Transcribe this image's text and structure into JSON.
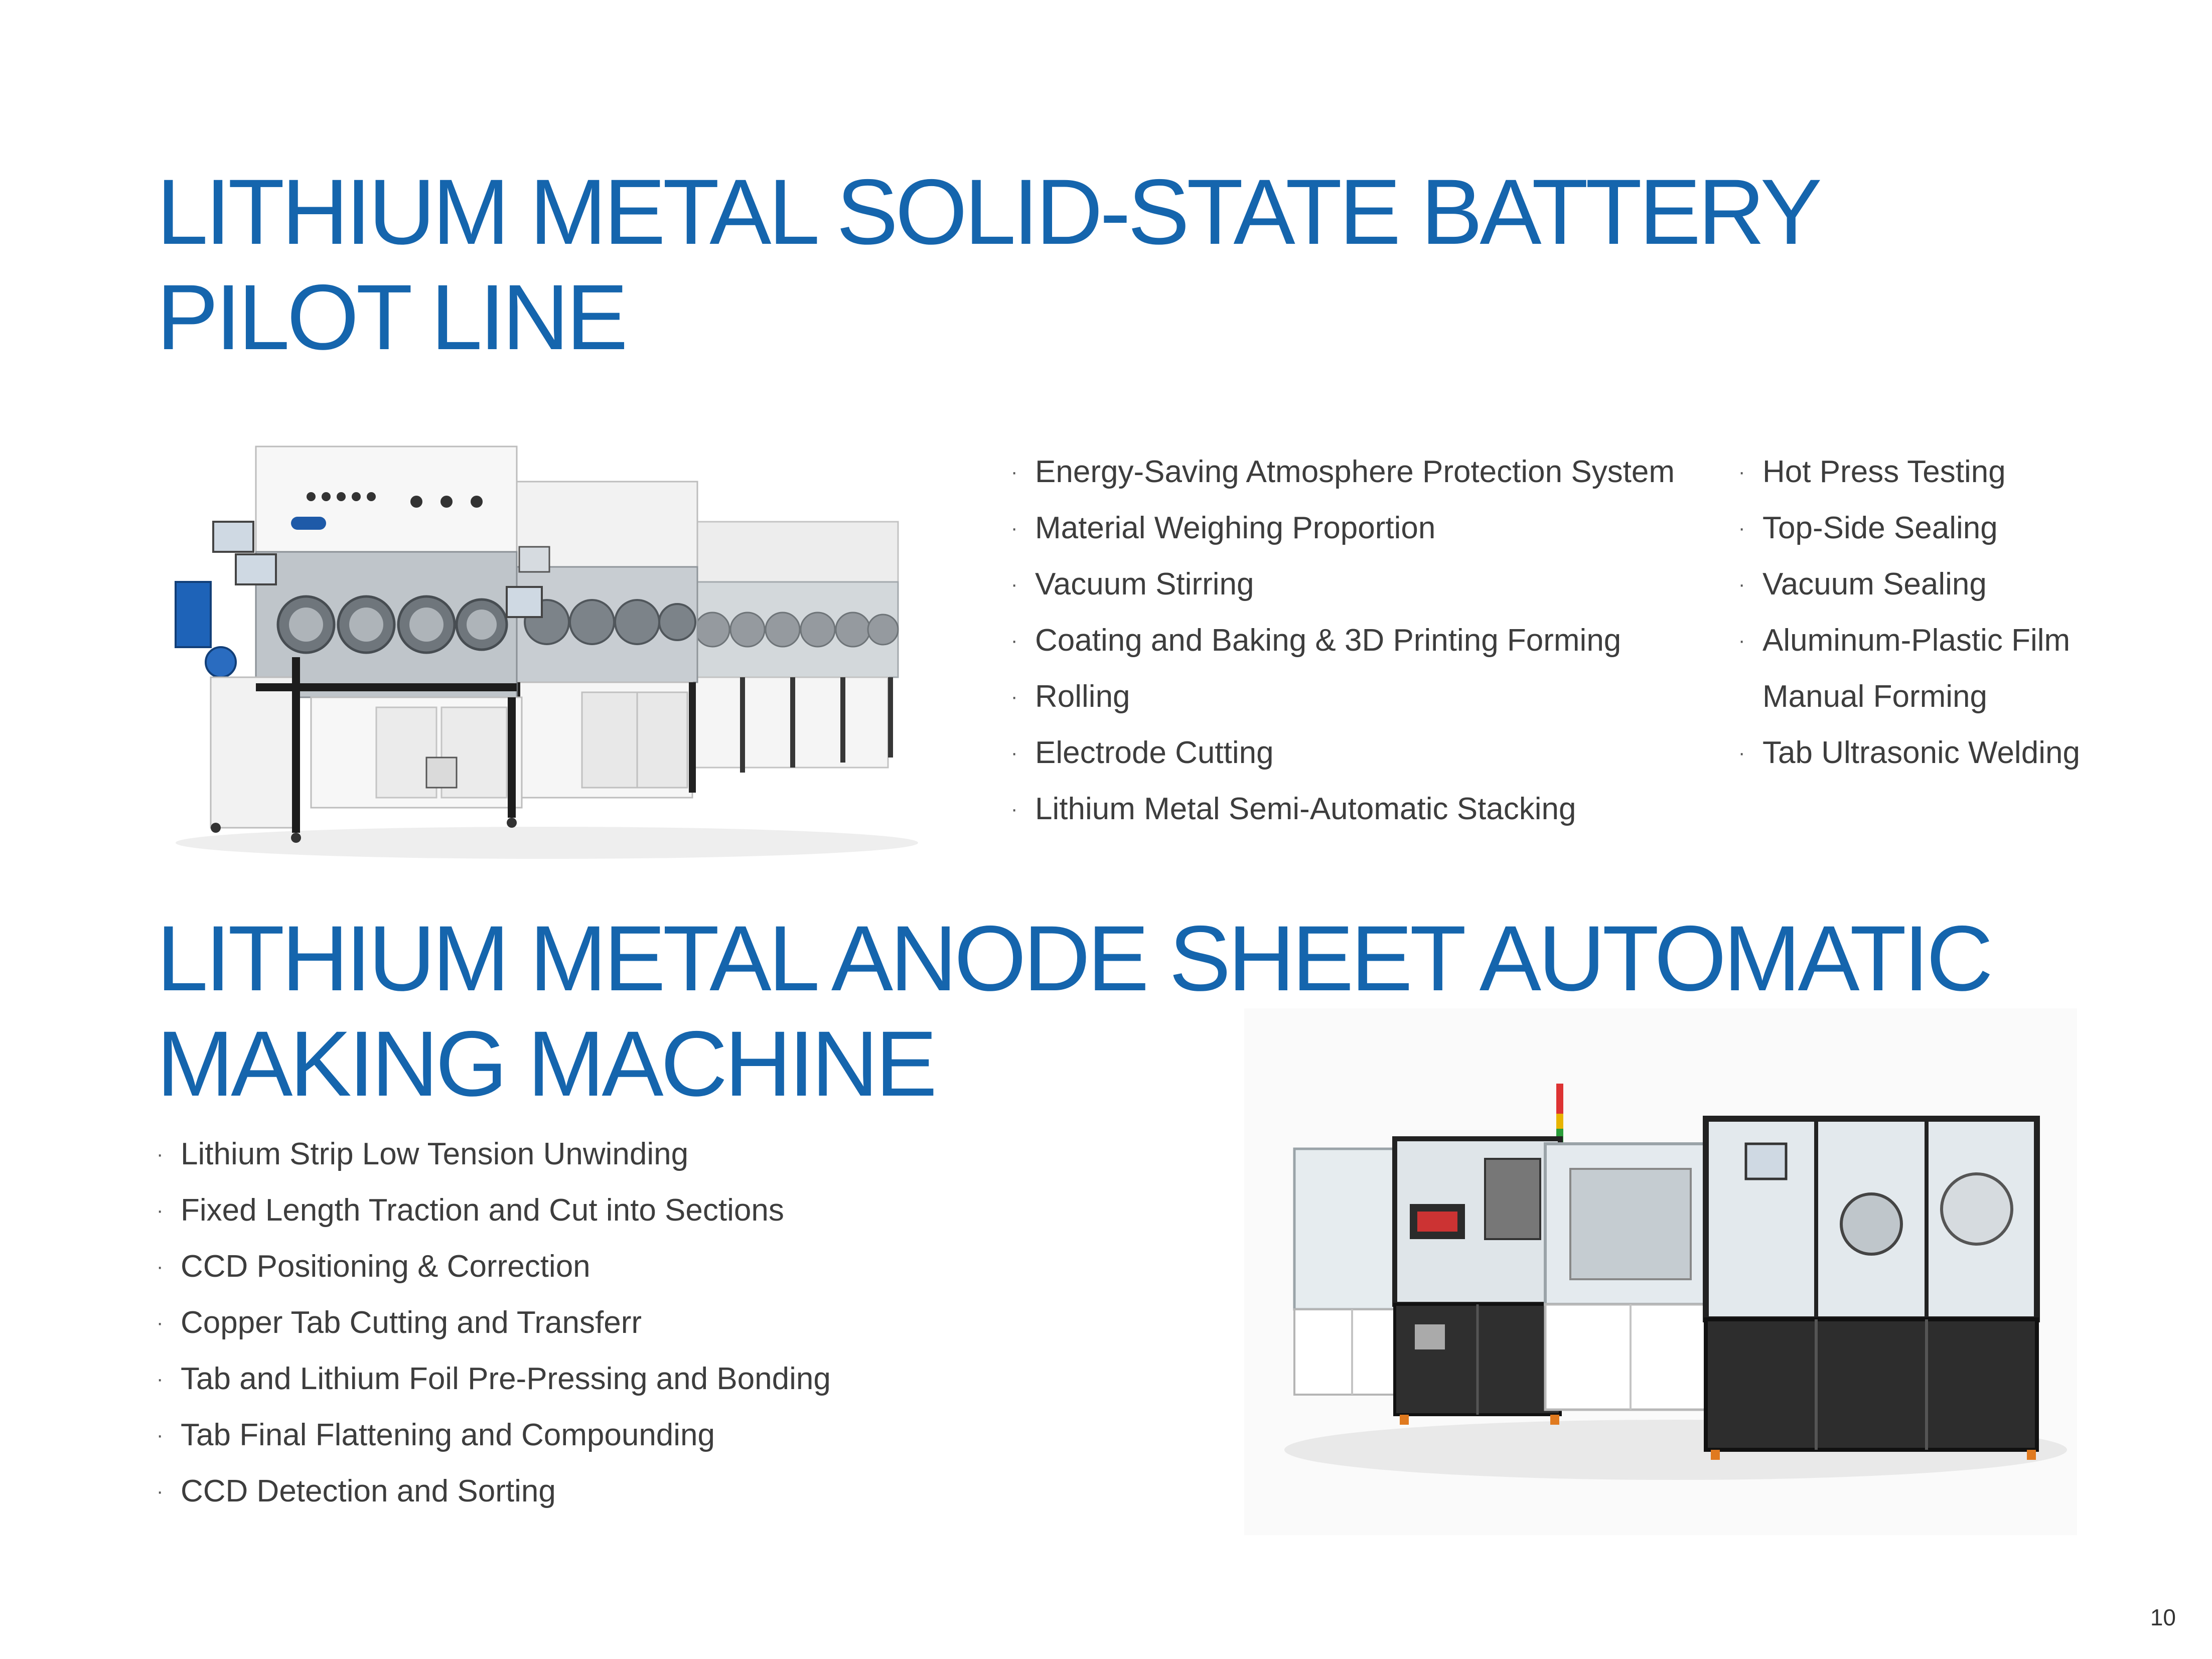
{
  "section1": {
    "title_line1": "LITHIUM METAL SOLID-STATE BATTERY",
    "title_line2": "PILOT LINE",
    "image": "glovebox-pilot-line-machine",
    "list_col1": [
      "Energy-Saving Atmosphere Protection System",
      "Material Weighing Proportion",
      "Vacuum Stirring",
      "Coating and Baking & 3D Printing Forming",
      "Rolling",
      "Electrode Cutting",
      "Lithium Metal Semi-Automatic Stacking"
    ],
    "list_col2": [
      "Hot Press Testing",
      "Top-Side Sealing",
      "Vacuum Sealing",
      "Aluminum-Plastic Film",
      "Manual Forming",
      "Tab Ultrasonic Welding"
    ]
  },
  "section2": {
    "title_line1": "LITHIUM METAL ANODE SHEET AUTOMATIC",
    "title_line2": "MAKING MACHINE",
    "image": "anode-sheet-automatic-machine",
    "list": [
      "Lithium Strip Low Tension Unwinding",
      "Fixed Length Traction and Cut into Sections",
      "CCD Positioning & Correction",
      "Copper Tab Cutting and Transferr",
      "Tab and Lithium Foil Pre-Pressing and Bonding",
      "Tab Final Flattening and Compounding",
      "CCD Detection and Sorting"
    ]
  },
  "bullet_glyph": "·",
  "page_number": "10",
  "colors": {
    "title": "#1565ad",
    "body_text": "#3d3d3d"
  }
}
